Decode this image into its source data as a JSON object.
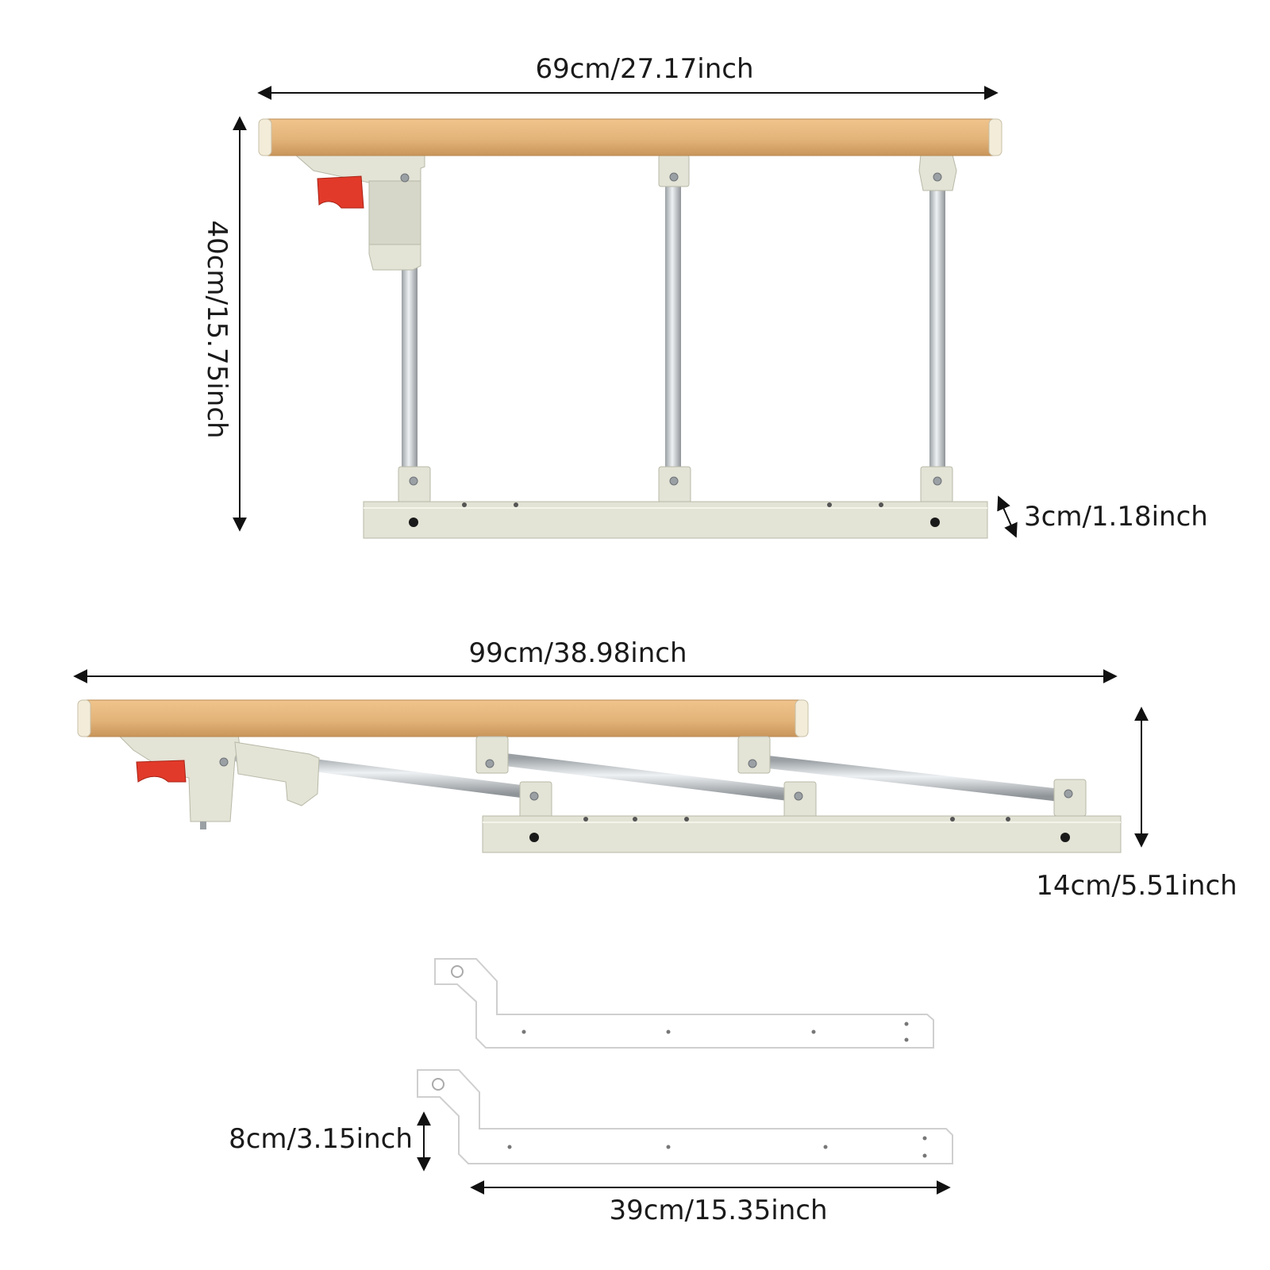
{
  "dimensions": {
    "upright_width": "69cm/27.17inch",
    "upright_height": "40cm/15.75inch",
    "base_tube_height": "3cm/1.18inch",
    "folded_length": "99cm/38.98inch",
    "folded_height": "14cm/5.51inch",
    "bracket_height": "8cm/3.15inch",
    "bracket_length": "39cm/15.35inch"
  },
  "colors": {
    "wood": "#e3b47a",
    "wood_dark": "#c9955a",
    "frame": "#e3e3d6",
    "frame_edge": "#b9b9a8",
    "steel": "#cfd3d6",
    "steel_dark": "#8f9498",
    "lever": "#e23a2a",
    "bracket": "#ffffff",
    "bracket_edge": "#cfcfcf",
    "arrow": "#111111"
  }
}
